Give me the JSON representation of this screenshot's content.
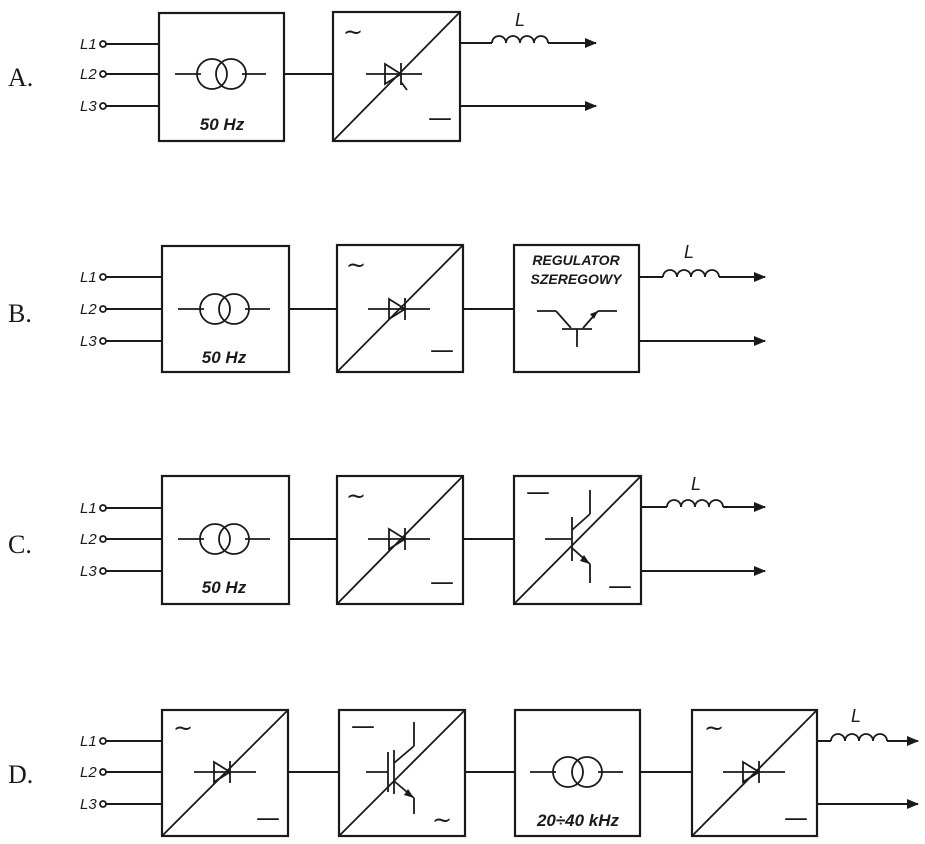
{
  "diagrams": [
    {
      "label": "A.",
      "inputs": [
        "L1",
        "L2",
        "L3"
      ],
      "transformer_frequency": "50 Hz",
      "rectifier_ac": "~",
      "rectifier_dc": "—",
      "inductor": "L"
    },
    {
      "label": "B.",
      "inputs": [
        "L1",
        "L2",
        "L3"
      ],
      "transformer_frequency": "50 Hz",
      "rectifier_ac": "~",
      "rectifier_dc": "—",
      "regulator_line1": "REGULATOR",
      "regulator_line2": "SZEREGOWY",
      "inductor": "L"
    },
    {
      "label": "C.",
      "inputs": [
        "L1",
        "L2",
        "L3"
      ],
      "transformer_frequency": "50 Hz",
      "rectifier_ac": "~",
      "rectifier_dc": "—",
      "chopper_in": "—",
      "chopper_out": "—",
      "inductor": "L"
    },
    {
      "label": "D.",
      "inputs": [
        "L1",
        "L2",
        "L3"
      ],
      "rectifier_ac": "~",
      "rectifier_dc": "—",
      "inverter_dc": "—",
      "inverter_ac": "~",
      "transformer_frequency": "20÷40 kHz",
      "output_rectifier_ac": "~",
      "output_rectifier_dc": "—",
      "inductor": "L"
    }
  ]
}
